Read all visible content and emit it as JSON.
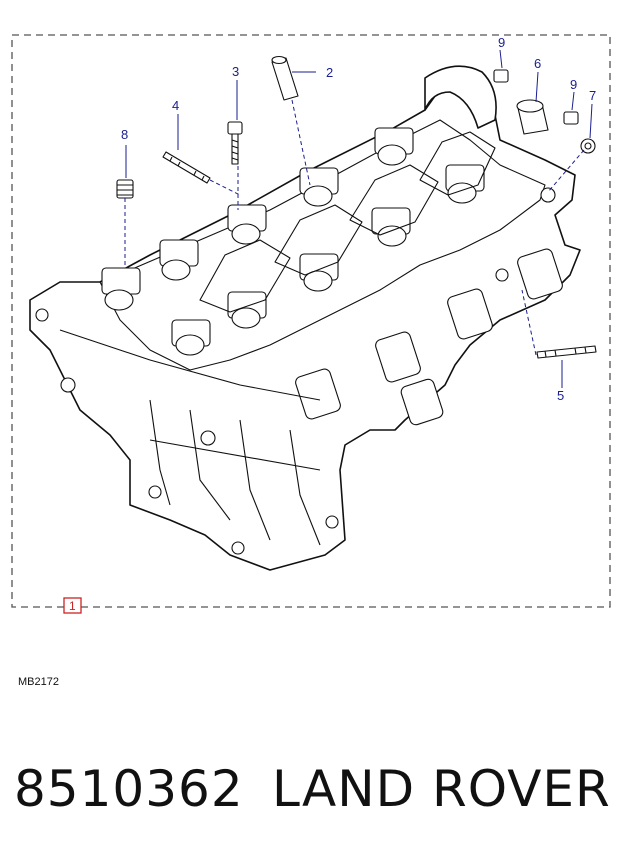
{
  "figure_code": "MB2172",
  "callouts": {
    "c1": "1",
    "c2": "2",
    "c3": "3",
    "c4": "4",
    "c5": "5",
    "c6": "6",
    "c7": "7",
    "c8": "8",
    "c9a": "9",
    "c9b": "9"
  },
  "footer": {
    "part_number": "8510362",
    "brand": "LAND ROVER"
  },
  "colors": {
    "callout_text": "#1a1f8f",
    "callout_box": "#cc2222",
    "frame": "#555555"
  }
}
